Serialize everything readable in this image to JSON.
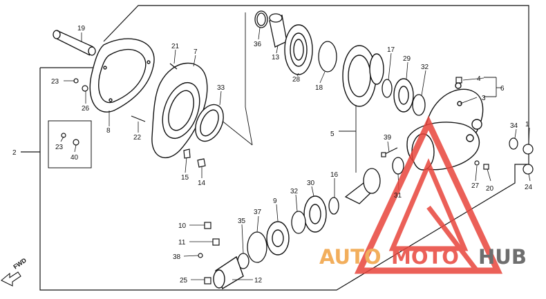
{
  "labels": {
    "l1": "1",
    "l2": "2",
    "l3": "3",
    "l4": "4",
    "l5": "5",
    "l6": "6",
    "l7": "7",
    "l8": "8",
    "l9": "9",
    "l10": "10",
    "l11": "11",
    "l12": "12",
    "l13": "13",
    "l14": "14",
    "l15": "15",
    "l16": "16",
    "l17": "17",
    "l18": "18",
    "l19": "19",
    "l20": "20",
    "l21": "21",
    "l22": "22",
    "l23a": "23",
    "l23b": "23",
    "l24": "24",
    "l25": "25",
    "l26": "26",
    "l27": "27",
    "l28": "28",
    "l29": "29",
    "l30": "30",
    "l31": "31",
    "l32a": "32",
    "l32b": "32",
    "l33": "33",
    "l34": "34",
    "l35": "35",
    "l36": "36",
    "l37": "37",
    "l38": "38",
    "l39": "39",
    "l40": "40"
  },
  "fwd_label": "FWD",
  "watermark": {
    "part1": "AUTO",
    "part2": "MOTO",
    "part3": "HUB"
  },
  "colors": {
    "line": "#111111",
    "watermark_red": "#e8453c",
    "watermark_orange": "#f0a040",
    "watermark_gray": "#555555"
  }
}
